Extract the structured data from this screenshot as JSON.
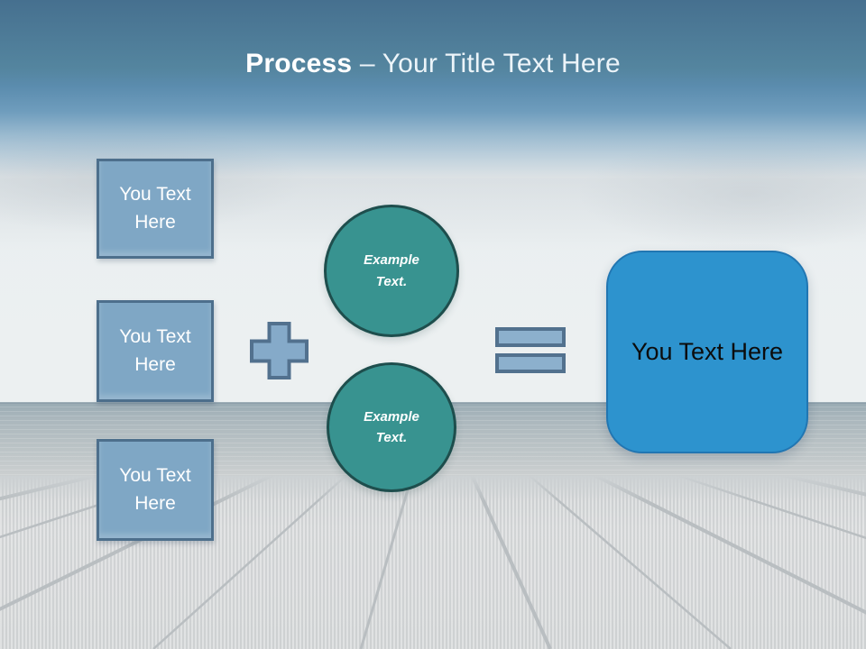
{
  "colors": {
    "header_top": "#46708f",
    "header_mid": "#6f9dbd",
    "box_fill": "#7fa7c5",
    "box_border": "#4d6f8c",
    "circle_fill": "#389390",
    "circle_border": "#1e4e4d",
    "operator_fill": "#8cb0cd",
    "operator_border": "#52718e",
    "result_fill": "#2d93ce",
    "result_border": "#2176b2"
  },
  "title": {
    "bold": "Process",
    "rest": " – Your Title Text Here"
  },
  "left_boxes": [
    {
      "label": "You Text Here"
    },
    {
      "label": "You Text Here"
    },
    {
      "label": "You Text Here"
    }
  ],
  "circles": [
    {
      "label": "Example Text."
    },
    {
      "label": "Example Text."
    }
  ],
  "operators": {
    "plus_icon": "plus-shape",
    "equals_icon": "equals-shape"
  },
  "result_box": {
    "label": "You Text Here"
  }
}
